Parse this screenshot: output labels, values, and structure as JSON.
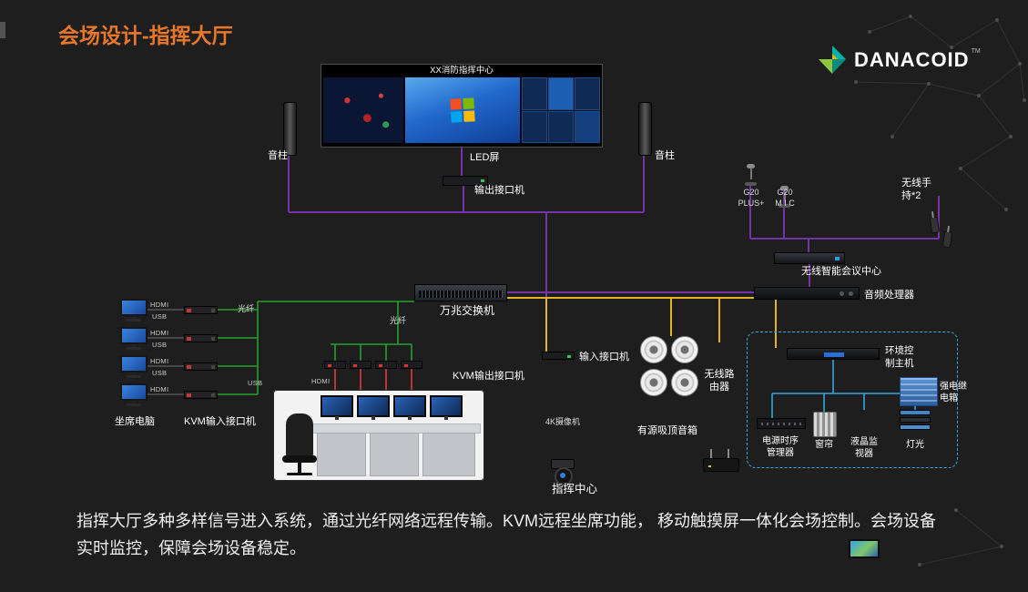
{
  "slide": {
    "title": "会场设计-指挥大厅"
  },
  "logo": {
    "brand": "DANACOID",
    "tm": "TM"
  },
  "footer": {
    "text": "指挥大厅多种多样信号进入系统，通过光纤网络远程传输。KVM远程坐席功能， 移动触摸屏一体化会场控制。会场设备\n实时监控，保障会场设备稳定。"
  },
  "colors": {
    "accent_orange": "#e8772a",
    "line_purple": "#7633a8",
    "line_yellow": "#e3b422",
    "line_green": "#27a02c",
    "line_red": "#e23b3b",
    "line_cyan": "#35a8dc",
    "dashed_box": "#2ea8e0"
  },
  "labels": {
    "led_title": "XX消防指挥中心",
    "led": "LED屏",
    "output_interface": "输出接口机",
    "speaker_left": "音柱",
    "speaker_right": "音柱",
    "g20_plus": "G20\nPLUS+",
    "g20_mic": "G20\nM I C",
    "wireless_handheld": "无线手\n持*2",
    "conference_center": "无线智能会议中心",
    "audio_processor": "音频处理器",
    "switch_10g": "万兆交换机",
    "fiber_left": "光纤",
    "fiber_mid": "光纤",
    "seat_pc": "坐席电脑",
    "kvm_input": "KVM输入接口机",
    "kvm_output": "KVM输出接口机",
    "input_interface": "输入接口机",
    "camera_4k": "4K摄像机",
    "ceiling_speakers": "有源吸顶音箱",
    "wireless_router": "无线路\n由器",
    "env_control": "环境控\n制主机",
    "power_relay": "强电继\n电箱",
    "power_sequencer": "电源时序\n管理器",
    "curtain": "窗帘",
    "lcd_monitor": "液晶监\n视器",
    "lights": "灯光",
    "command_center": "指挥中心",
    "hdmi": "HDMI",
    "usb": "USB"
  }
}
